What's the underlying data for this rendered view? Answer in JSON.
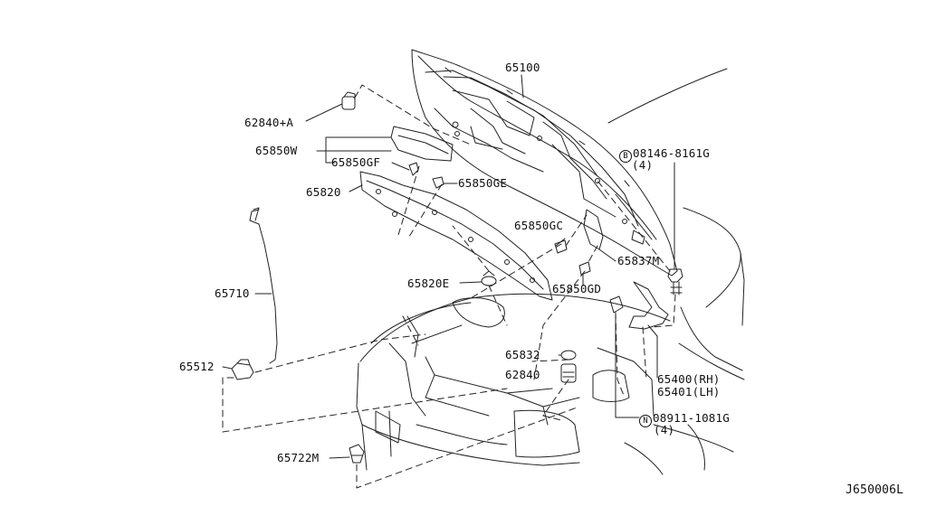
{
  "diagram_id": "J650006L",
  "parts": {
    "p65100": "65100",
    "p62840A": "62840+A",
    "p65850W": "65850W",
    "p65850GF": "65850GF",
    "p65850GE": "65850GE",
    "p65820": "65820",
    "p08146": "08146-8161G",
    "p08146_qty": "(4)",
    "p08146_mark": "B",
    "p65850GC": "65850GC",
    "p65837M": "65837M",
    "p65820E": "65820E",
    "p65850GD": "65850GD",
    "p65710": "65710",
    "p65832": "65832",
    "p62840": "62840",
    "p65512": "65512",
    "p65400": "65400(RH)",
    "p65401": "65401(LH)",
    "p08911": "08911-1081G",
    "p08911_qty": "(4)",
    "p08911_mark": "N",
    "p65722M": "65722M"
  }
}
